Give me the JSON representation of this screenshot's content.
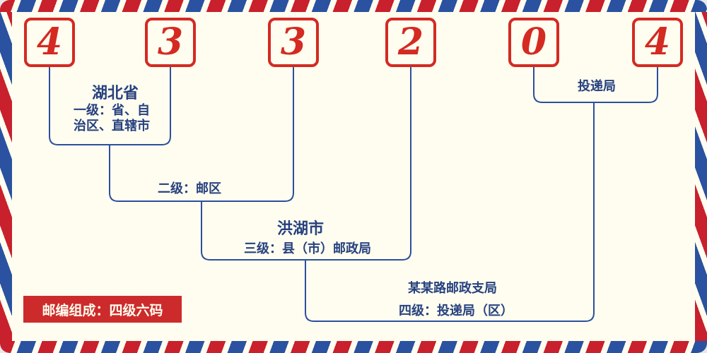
{
  "postal_code": {
    "digits": [
      "4",
      "3",
      "3",
      "2",
      "0",
      "4"
    ]
  },
  "labels": {
    "province_name": "湖北省",
    "level1_line1": "一级：省、自",
    "level1_line2": "治区、直辖市",
    "level2": "二级：邮区",
    "city_name": "洪湖市",
    "level3": "三级：县（市）邮政局",
    "branch_name": "某某路邮政支局",
    "level4": "四级：投递局（区）",
    "delivery_office": "投递局",
    "footer": "邮编组成：四级六码"
  },
  "colors": {
    "digit_red": "#d42a22",
    "stripe_red": "#c8202c",
    "stripe_blue": "#2a52a0",
    "line_blue": "#2b4f9e",
    "label_blue": "#26417e",
    "footer_bg": "#cd2b2b",
    "background": "#fffdf0"
  }
}
